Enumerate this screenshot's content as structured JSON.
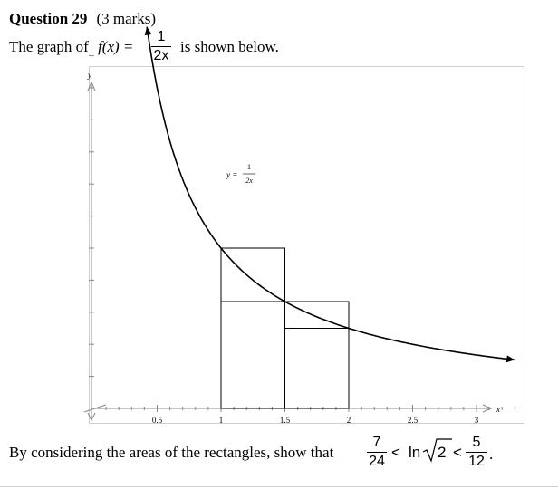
{
  "question": {
    "label": "Question 29",
    "marks": "(3 marks)"
  },
  "intro": {
    "prefix": "The graph of",
    "function_lhs": "f(x) =",
    "fraction_num": "1",
    "fraction_den": "2x",
    "suffix": "is shown below."
  },
  "graph": {
    "y_axis_label": "y",
    "x_axis_label": "x",
    "curve_label_lhs": "y =",
    "curve_label_num": "1",
    "curve_label_den": "2x",
    "x_ticks": [
      "0.5",
      "1",
      "1.5",
      "2",
      "2.5",
      "3"
    ],
    "function": "1/(2x)",
    "x_range": [
      0.0,
      3.3
    ],
    "y_range": [
      0.0,
      1.2
    ],
    "curve_x_start": 0.42,
    "curve_x_end": 3.3,
    "rectangles": [
      {
        "x0": 1.0,
        "x1": 1.5,
        "height": 0.5
      },
      {
        "x0": 1.5,
        "x1": 2.0,
        "height": 0.3333
      },
      {
        "x0": 1.0,
        "x1": 1.5,
        "height": 0.3333
      },
      {
        "x0": 1.5,
        "x1": 2.0,
        "height": 0.25
      }
    ]
  },
  "task": {
    "text": "By considering the areas of the rectangles, show that",
    "left_num": "7",
    "left_den": "24",
    "lt1": "<",
    "ln": "ln",
    "sqrt_arg": "2",
    "lt2": "<",
    "right_num": "5",
    "right_den": "12",
    "end": "."
  }
}
